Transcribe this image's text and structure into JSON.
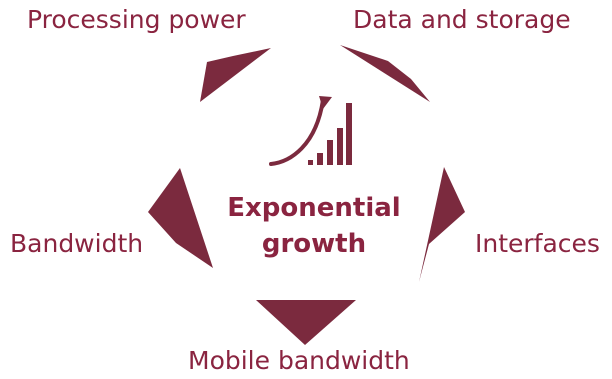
{
  "diagram": {
    "accent_color": "#7b2a3e",
    "text_color": "#8a2440",
    "center": {
      "title_line_1": "Exponential",
      "title_line_2": "growth",
      "icon": "growth-chart-icon"
    },
    "drivers": [
      "Processing power",
      "Data and storage",
      "Interfaces",
      "Mobile bandwidth",
      "Bandwidth"
    ]
  }
}
